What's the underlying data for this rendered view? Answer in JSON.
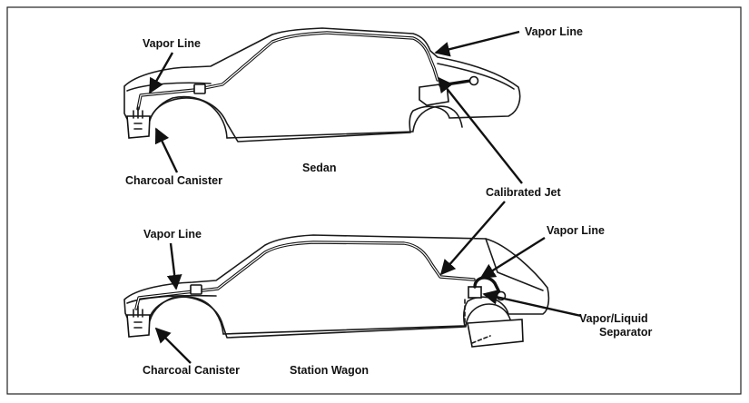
{
  "diagram": {
    "sedan": {
      "title": "Sedan",
      "labels": {
        "vapor_line_front": "Vapor Line",
        "vapor_line_rear": "Vapor Line",
        "charcoal_canister": "Charcoal Canister"
      }
    },
    "shared": {
      "calibrated_jet": "Calibrated Jet"
    },
    "wagon": {
      "title": "Station Wagon",
      "labels": {
        "vapor_line_front": "Vapor Line",
        "vapor_line_rear": "Vapor Line",
        "charcoal_canister": "Charcoal Canister",
        "separator_line1": "Vapor/Liquid",
        "separator_line2": "Separator"
      }
    }
  }
}
